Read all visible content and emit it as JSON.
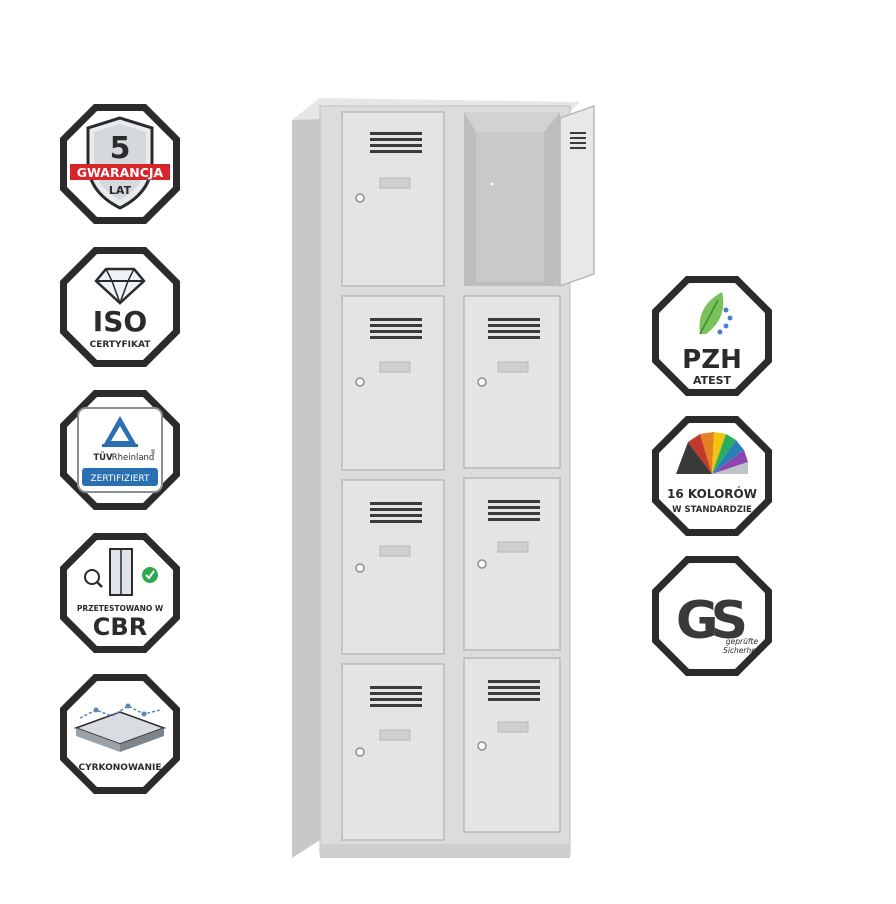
{
  "colors": {
    "badge_outline": "#2b2b2b",
    "badge_fill": "#f2f2f2",
    "warranty_red": "#d7262b",
    "tuv_blue": "#2b6fb3",
    "gs_dark": "#3a3a3a",
    "check_green": "#2fa84f",
    "locker_body": "#dcdcdc",
    "locker_shadow": "#c4c4c4",
    "locker_door": "#e2e2e2"
  },
  "badges_left": [
    {
      "id": "warranty",
      "icon": "shield-icon",
      "number": "5",
      "ribbon": "GWARANCJA",
      "caption": "LAT"
    },
    {
      "id": "iso",
      "icon": "diamond-icon",
      "title": "ISO",
      "caption": "CERTYFIKAT"
    },
    {
      "id": "tuv",
      "icon": "tuv-triangle-icon",
      "brand_a": "TÜV",
      "brand_b": "Rheinland",
      "mark": "®",
      "caption": "ZERTIFIZIERT"
    },
    {
      "id": "cbr",
      "icon": "locker-check-icon",
      "caption_small": "PRZETESTOWANO W",
      "title": "CBR"
    },
    {
      "id": "cyrkon",
      "icon": "layers-icon",
      "caption": "CYRKONOWANIE"
    }
  ],
  "badges_right": [
    {
      "id": "pzh",
      "icon": "leaf-dna-icon",
      "title": "PZH",
      "caption": "ATEST"
    },
    {
      "id": "colors16",
      "icon": "color-fan-icon",
      "title": "16 KOLORÓW",
      "caption": "W STANDARDZIE"
    },
    {
      "id": "gs",
      "icon": "gs-mark-icon",
      "title": "GS",
      "line1": "geprüfte",
      "line2": "Sicherheit"
    }
  ],
  "product": {
    "icon": "locker-cabinet-icon",
    "columns": 2,
    "rows": 4,
    "open_door": "top-right"
  }
}
